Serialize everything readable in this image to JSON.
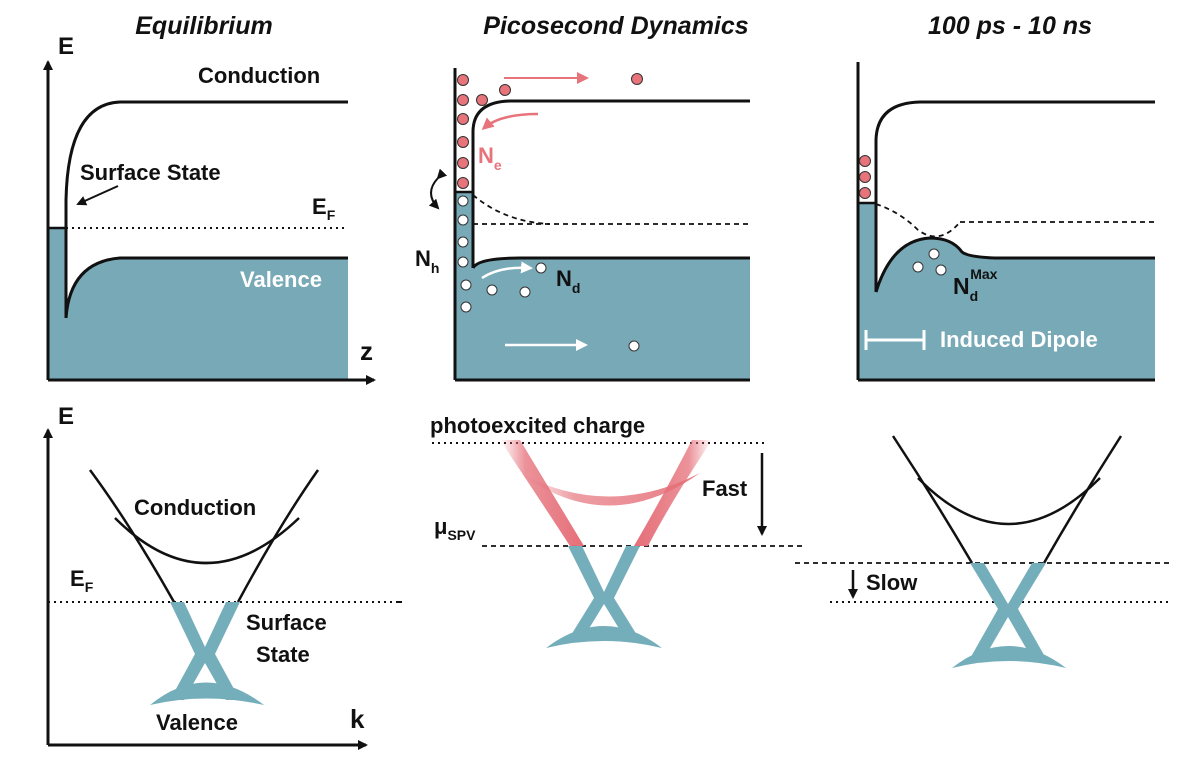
{
  "titles": {
    "equilibrium": "Equilibrium",
    "picosecond": "Picosecond Dynamics",
    "late": "100 ps - 10 ns"
  },
  "top": {
    "energy_axis": "E",
    "depth_axis": "z",
    "conduction": "Conduction",
    "surface_state": "Surface State",
    "fermi_main": "E",
    "fermi_sub": "F",
    "valence": "Valence",
    "ne_main": "N",
    "ne_sub": "e",
    "nh_main": "N",
    "nh_sub": "h",
    "nd_main": "N",
    "nd_sub": "d",
    "ndmax_main": "N",
    "ndmax_sub": "d",
    "ndmax_sup": "Max",
    "induced_dipole": "Induced Dipole"
  },
  "bottom": {
    "energy_axis": "E",
    "momentum_axis": "k",
    "conduction": "Conduction",
    "fermi_main": "E",
    "fermi_sub": "F",
    "surface_state_line1": "Surface",
    "surface_state_line2": "State",
    "valence": "Valence",
    "photoexcited": "photoexcited charge",
    "fast": "Fast",
    "mu_main": "μ",
    "mu_sub": "SPV",
    "slow": "Slow"
  },
  "colors": {
    "band_fill": "#78a9b7",
    "cone": "#75aebb",
    "electrons": "#e8747b",
    "excited_band": "#e56e78",
    "lines": "#111111"
  }
}
